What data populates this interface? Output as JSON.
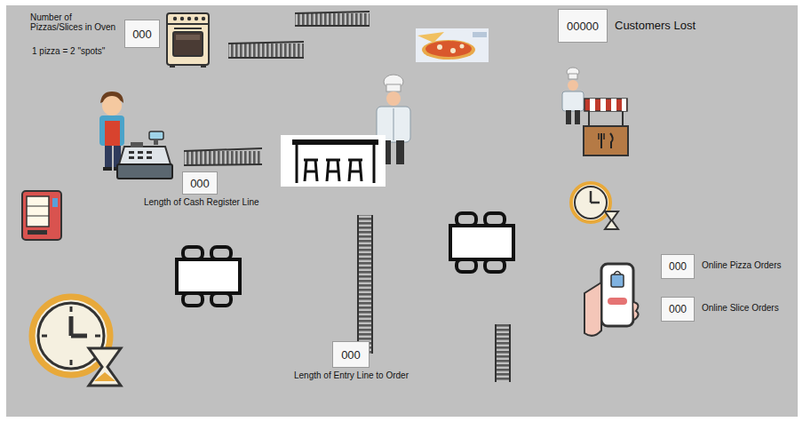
{
  "diagram": {
    "nodes": [
      {
        "text": [
          "000"
        ]
      },
      {
        "text": [
          "00000"
        ]
      },
      {
        "text": [
          "000"
        ]
      },
      {
        "text": [
          "000"
        ]
      },
      {
        "text": [
          "000"
        ]
      },
      {
        "text": [
          "000"
        ]
      }
    ],
    "labels": [
      "Number of Pizzas/Slices in Oven",
      "1 pizza = 2 \"spots\"",
      "Customers Lost",
      "Length of Cash Register Line",
      "Online Pizza Orders",
      "Online Slice Orders",
      "Length of Entry Line to Order"
    ]
  }
}
